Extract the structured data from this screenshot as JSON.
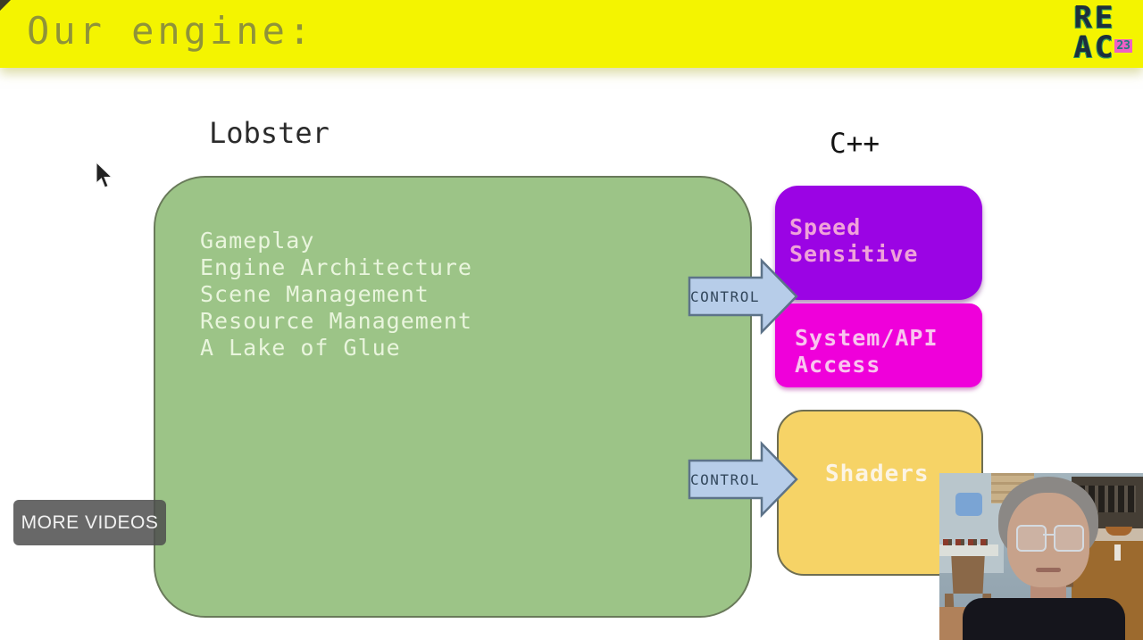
{
  "banner": {
    "title": "Our engine:",
    "logo": {
      "row1": "RE",
      "row2": "AC",
      "badge": "23"
    }
  },
  "diagram": {
    "lobster_label": "Lobster",
    "cpp_label": "C++",
    "lobster_items": [
      "Gameplay",
      "Engine Architecture",
      "Scene Management",
      "Resource Management",
      "A Lake of Glue"
    ],
    "speed_box": {
      "line1": "Speed",
      "line2": "Sensitive"
    },
    "system_box": {
      "line1": "System/API",
      "line2": "Access"
    },
    "shaders_box": {
      "label": "Shaders"
    },
    "arrow1_label": "CONTROL",
    "arrow2_label": "CONTROL"
  },
  "player": {
    "more_videos_label": "MORE VIDEOS"
  },
  "colors": {
    "banner_yellow": "#f4f400",
    "banner_title_text": "#8f9339",
    "lobster_green": "#9cc487",
    "lobster_text": "#e9f5dd",
    "speed_purple": "#9b04e4",
    "speed_text": "#f0a2da",
    "system_magenta": "#ef00da",
    "system_text": "#f9c4ef",
    "shaders_yellow": "#f6d366",
    "shaders_text": "#fcf4e4",
    "arrow_fill_blue": "#b7cde9",
    "arrow_border": "#5d7389",
    "arrow_text": "#32475c",
    "more_videos_bg": "#4e4e4e"
  }
}
